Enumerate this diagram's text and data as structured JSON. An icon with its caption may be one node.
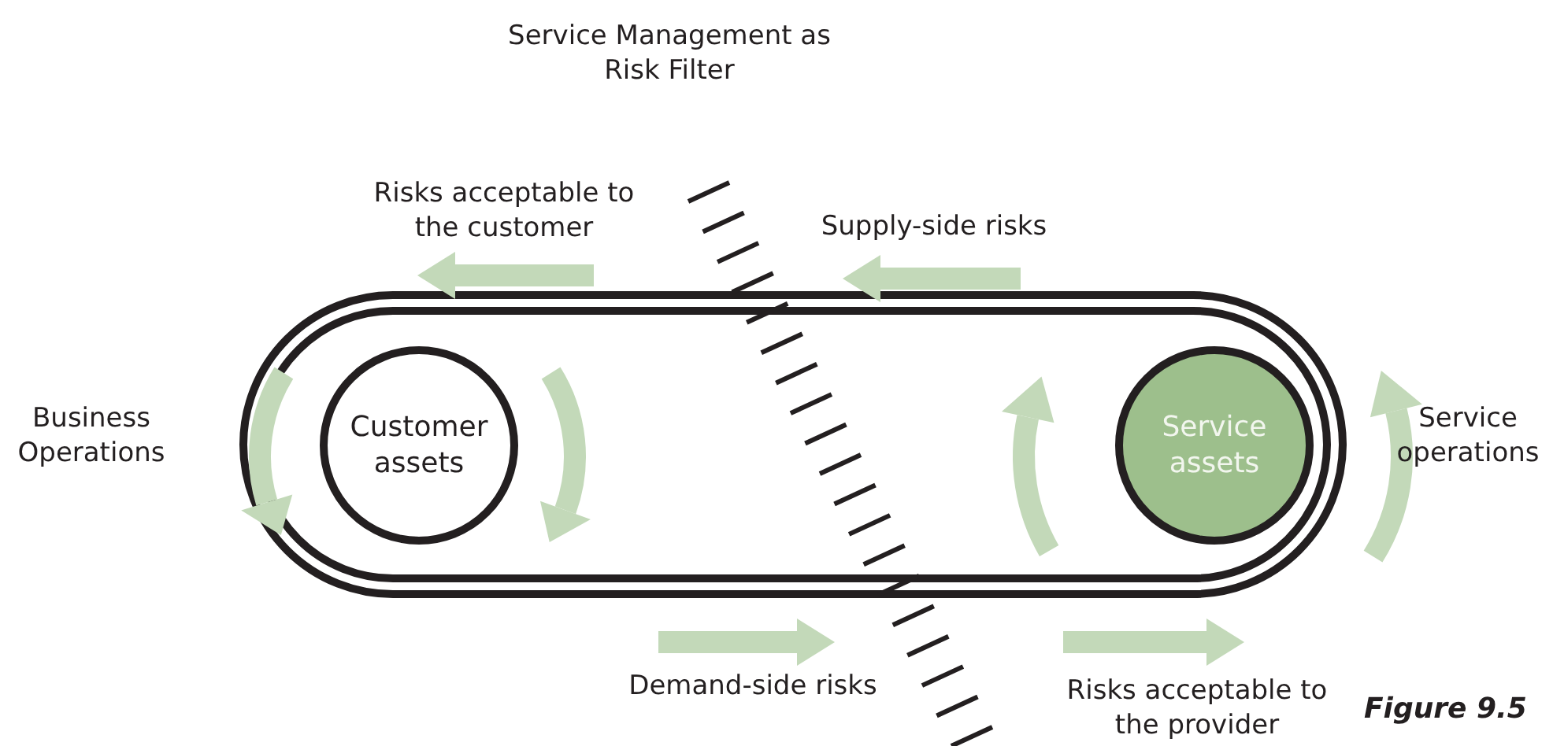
{
  "diagram": {
    "caption": "Figure 9.5",
    "nodes": [
      {
        "text": [],
        "shape": "box"
      },
      {
        "text": [
          "Customer assets"
        ],
        "in": 0
      },
      {
        "text": [
          "Service assets"
        ],
        "in": 0
      }
    ],
    "edges": [],
    "labels": [
      "Service Management as Risk Filter",
      "Risks acceptable to the customer",
      "Supply-side risks",
      "Business Operations",
      "Service operations",
      "Demand-side risks",
      "Risks acceptable to the provider"
    ]
  }
}
